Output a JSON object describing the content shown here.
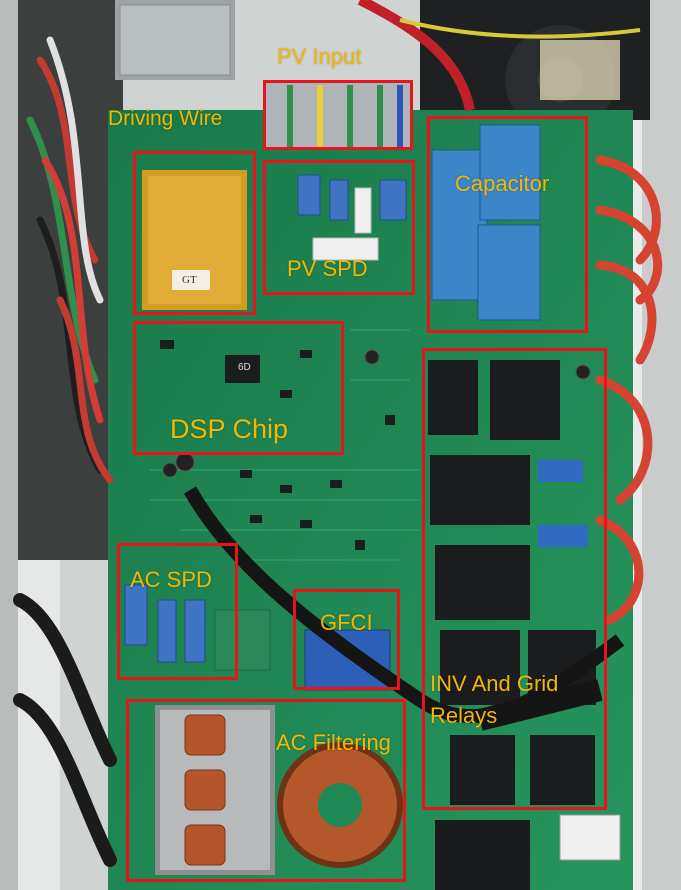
{
  "image": {
    "description_colors": {
      "board": "#1f8a55",
      "chassis": "#d9dcdc",
      "annotation_box": "#e8141c",
      "annotation_text": "#f2b705"
    }
  },
  "annotations": {
    "pv_input": "PV Input",
    "driving_wire": "Driving Wire",
    "capacitor": "Capacitor",
    "pv_spd": "PV SPD",
    "dsp_chip": "DSP Chip",
    "ac_spd": "AC SPD",
    "gfci": "GFCI",
    "inv_grid_relays_line1": "INV And Grid",
    "inv_grid_relays_line2": "Relays",
    "ac_filtering": "AC Filtering"
  },
  "component_markings": {
    "ribbon_label": "GT",
    "dsp_tag": "6D"
  }
}
